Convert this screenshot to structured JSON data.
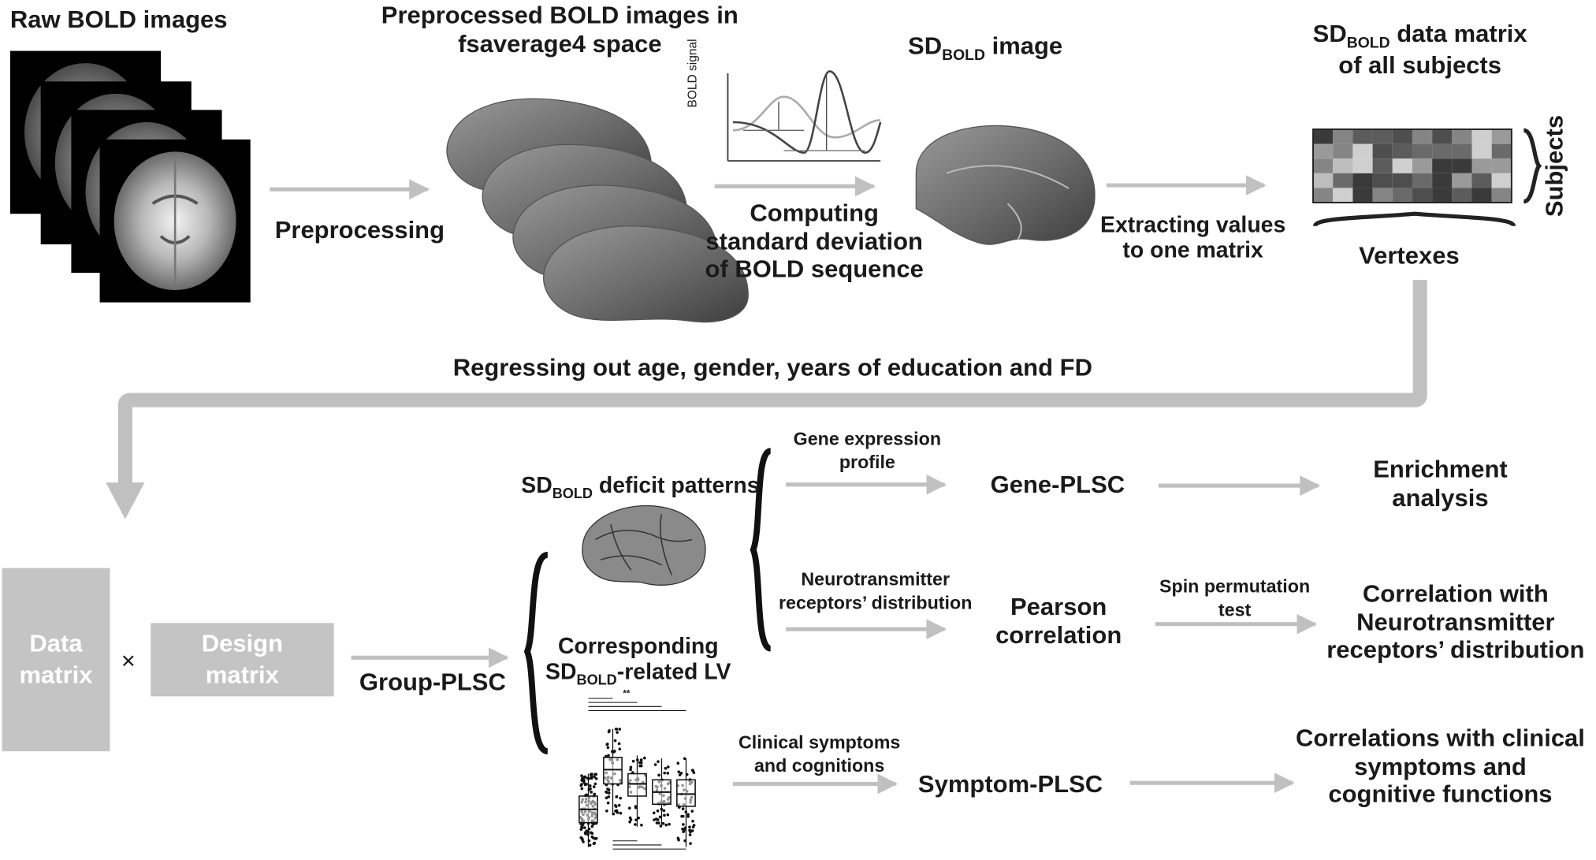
{
  "top": {
    "raw_bold": "Raw BOLD images",
    "preprocessed_1": "Preprocessed BOLD images in",
    "preprocessed_2": "fsaverage4 space",
    "sd_image_main": "SD",
    "sd_image_sub": "BOLD",
    "sd_image_rest": " image",
    "matrix_sd": "SD",
    "matrix_sub": "BOLD",
    "matrix_rest": " data matrix",
    "matrix_2": "of all subjects",
    "preprocessing": "Preprocessing",
    "computing_1": "Computing",
    "computing_2": "standard deviation",
    "computing_3": "of BOLD sequence",
    "bold_signal_axis": "BOLD signal",
    "extracting_1": "Extracting values",
    "extracting_2": "to one matrix",
    "subjects": "Subjects",
    "vertexes": "Vertexes",
    "regressing": "Regressing out age, gender, years of education and FD"
  },
  "bottom": {
    "data_matrix_1": "Data",
    "data_matrix_2": "matrix",
    "times": "×",
    "design_matrix_1": "Design",
    "design_matrix_2": "matrix",
    "group_plsc": "Group-PLSC",
    "deficit_sd": "SD",
    "deficit_sub": "BOLD",
    "deficit_rest": " deficit patterns",
    "corresponding_1": "Corresponding",
    "corresponding_sd": "SD",
    "corresponding_sub": "BOLD",
    "corresponding_rest": "-related LV",
    "gene_expr_1": "Gene expression",
    "gene_expr_2": "profile",
    "gene_plsc": "Gene-PLSC",
    "enrichment_1": "Enrichment",
    "enrichment_2": "analysis",
    "neuro_1": "Neurotransmitter",
    "neuro_2": "receptors’ distribution",
    "pearson_1": "Pearson",
    "pearson_2": "correlation",
    "spin_1": "Spin permutation",
    "spin_2": "test",
    "corr_neuro_1": "Correlation with",
    "corr_neuro_2": "Neurotransmitter",
    "corr_neuro_3": "receptors’ distribution",
    "clinical_1": "Clinical symptoms",
    "clinical_2": "and cognitions",
    "symptom_plsc": "Symptom-PLSC",
    "corr_clin_1": "Correlations with clinical",
    "corr_clin_2": "symptoms and",
    "corr_clin_3": "cognitive functions",
    "sig_marks": "**"
  },
  "colors": {
    "arrow": "#c0c0c0",
    "box": "#c4c4c4",
    "text": "#1a1a1a"
  }
}
